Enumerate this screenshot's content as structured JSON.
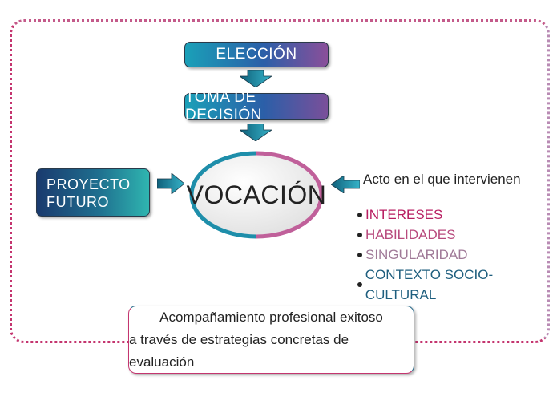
{
  "boxes": {
    "eleccion": "ELECCIÓN",
    "toma_de_decision": "TOMA DE DECISIÓN",
    "proyecto_line1": "PROYECTO",
    "proyecto_line2": "FUTURO",
    "vocacion": "VOCACIÓN"
  },
  "acto": "Acto en el que intervienen",
  "factors": [
    {
      "label": "INTERESES",
      "color": "#b81d61"
    },
    {
      "label": "HABILIDADES",
      "color": "#b84a7d"
    },
    {
      "label": "SINGULARIDAD",
      "color": "#a07a98"
    },
    {
      "label": "CONTEXTO SOCIO-CULTURAL",
      "color": "#1e5e7e"
    }
  ],
  "bottom": {
    "line1": "Acompañamiento profesional exitoso",
    "line2": "a través de estrategias concretas de evaluación"
  },
  "colors": {
    "frame_accent": "#c4356f",
    "arrow": "#1d8fa8",
    "ellipse_left": "#1e8eaa",
    "ellipse_right": "#c0609a"
  }
}
